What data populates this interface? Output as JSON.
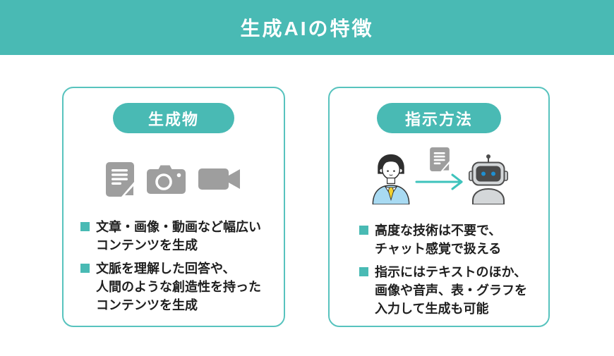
{
  "header": {
    "title": "生成AIの特徴"
  },
  "colors": {
    "teal": "#49BAB4",
    "card_border": "#58C3BE",
    "icon_gray": "#9E9E9E",
    "arrow_teal": "#3EC3BC",
    "text_dark": "#1F1F1F",
    "robot_gray": "#D4D7D9",
    "robot_face": "#4A4A4A",
    "outline_dark": "#4D4D4D",
    "robot_eye_blue": "#1F8FD0",
    "person_jacket_blue": "#A8DAF2",
    "tie_yellow": "#F2D12E"
  },
  "cards": [
    {
      "pill": "生成物",
      "icons": [
        "document-icon",
        "camera-icon",
        "video-camera-icon"
      ],
      "bullets": [
        "文章・画像・動画など幅広い\nコンテンツを生成",
        "文脈を理解した回答や、\n人間のような創造性を持った\nコンテンツを生成"
      ]
    },
    {
      "pill": "指示方法",
      "icons": [
        "person-icon",
        "document-icon",
        "arrow-right-icon",
        "robot-icon"
      ],
      "bullets": [
        "高度な技術は不要で、\nチャット感覚で扱える",
        "指示にはテキストのほか、\n画像や音声、表・グラフを\n入力して生成も可能"
      ]
    }
  ]
}
